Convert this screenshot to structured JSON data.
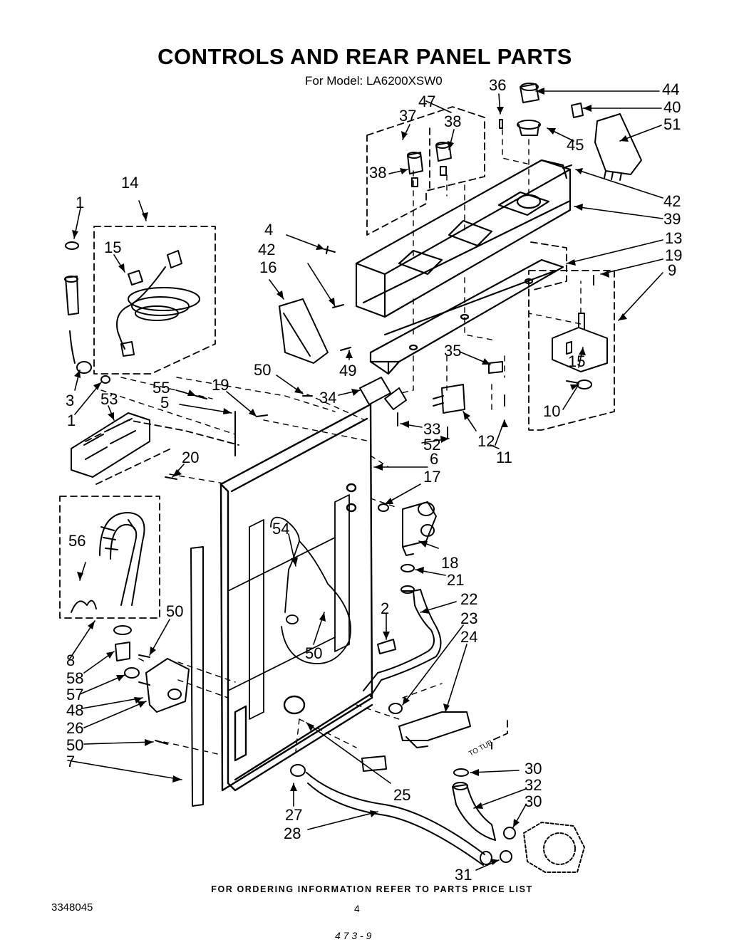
{
  "title": "CONTROLS AND REAR PANEL PARTS",
  "model": "For Model: LA6200XSW0",
  "footer": "FOR ORDERING INFORMATION REFER TO PARTS PRICE LIST",
  "doc_number": "3348045",
  "page_number": "4",
  "bottom_scrawl": "4 7 3 - 9",
  "tub_label": "TO TUB",
  "callouts": [
    {
      "id": "c44",
      "label": "44"
    },
    {
      "id": "c40",
      "label": "40"
    },
    {
      "id": "c51",
      "label": "51"
    },
    {
      "id": "c45",
      "label": "45"
    },
    {
      "id": "c36",
      "label": "36"
    },
    {
      "id": "c47",
      "label": "47"
    },
    {
      "id": "c37",
      "label": "37"
    },
    {
      "id": "c38a",
      "label": "38"
    },
    {
      "id": "c38b",
      "label": "38"
    },
    {
      "id": "c42a",
      "label": "42"
    },
    {
      "id": "c39",
      "label": "39"
    },
    {
      "id": "c13",
      "label": "13"
    },
    {
      "id": "c19a",
      "label": "19"
    },
    {
      "id": "c9",
      "label": "9"
    },
    {
      "id": "c14",
      "label": "14"
    },
    {
      "id": "c1a",
      "label": "1"
    },
    {
      "id": "c15a",
      "label": "15"
    },
    {
      "id": "c4",
      "label": "4"
    },
    {
      "id": "c42b",
      "label": "42"
    },
    {
      "id": "c16",
      "label": "16"
    },
    {
      "id": "c49",
      "label": "49"
    },
    {
      "id": "c35",
      "label": "35"
    },
    {
      "id": "c15b",
      "label": "15"
    },
    {
      "id": "c10",
      "label": "10"
    },
    {
      "id": "c50a",
      "label": "50"
    },
    {
      "id": "c55",
      "label": "55"
    },
    {
      "id": "c19b",
      "label": "19"
    },
    {
      "id": "c5",
      "label": "5"
    },
    {
      "id": "c34",
      "label": "34"
    },
    {
      "id": "c3",
      "label": "3"
    },
    {
      "id": "c53",
      "label": "53"
    },
    {
      "id": "c1b",
      "label": "1"
    },
    {
      "id": "c33",
      "label": "33"
    },
    {
      "id": "c52",
      "label": "52"
    },
    {
      "id": "c12",
      "label": "12"
    },
    {
      "id": "c11",
      "label": "11"
    },
    {
      "id": "c20",
      "label": "20"
    },
    {
      "id": "c6",
      "label": "6"
    },
    {
      "id": "c17",
      "label": "17"
    },
    {
      "id": "c54",
      "label": "54"
    },
    {
      "id": "c18",
      "label": "18"
    },
    {
      "id": "c56",
      "label": "56"
    },
    {
      "id": "c21",
      "label": "21"
    },
    {
      "id": "c22",
      "label": "22"
    },
    {
      "id": "c2",
      "label": "2"
    },
    {
      "id": "c23",
      "label": "23"
    },
    {
      "id": "c24",
      "label": "24"
    },
    {
      "id": "c50b",
      "label": "50"
    },
    {
      "id": "c50c",
      "label": "50"
    },
    {
      "id": "c8",
      "label": "8"
    },
    {
      "id": "c58",
      "label": "58"
    },
    {
      "id": "c57",
      "label": "57"
    },
    {
      "id": "c48",
      "label": "48"
    },
    {
      "id": "c26",
      "label": "26"
    },
    {
      "id": "c50d",
      "label": "50"
    },
    {
      "id": "c7",
      "label": "7"
    },
    {
      "id": "c30a",
      "label": "30"
    },
    {
      "id": "c32",
      "label": "32"
    },
    {
      "id": "c30b",
      "label": "30"
    },
    {
      "id": "c25",
      "label": "25"
    },
    {
      "id": "c27",
      "label": "27"
    },
    {
      "id": "c28",
      "label": "28"
    },
    {
      "id": "c31",
      "label": "31"
    }
  ]
}
